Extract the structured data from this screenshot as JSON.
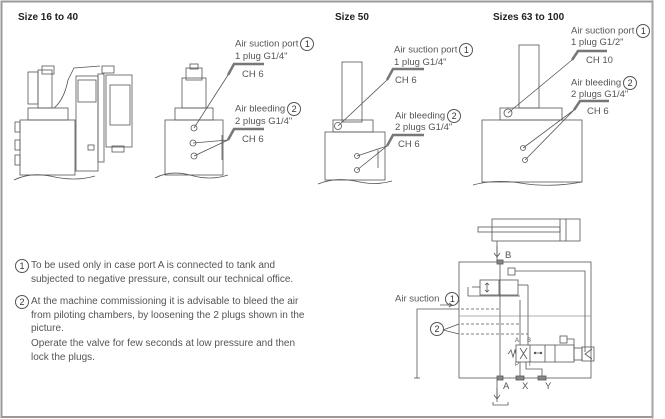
{
  "sections": [
    {
      "title": "Size 16 to 40",
      "suction": {
        "label": "Air suction port",
        "num": "1",
        "plug": "1 plug G1/4\"",
        "wrench": "CH 6"
      },
      "bleed": {
        "label": "Air bleeding",
        "num": "2",
        "plug": "2 plugs G1/4\"",
        "wrench": "CH 6"
      }
    },
    {
      "title": "Size 50",
      "suction": {
        "label": "Air suction port",
        "num": "1",
        "plug": "1 plug G1/4\"",
        "wrench": "CH 6"
      },
      "bleed": {
        "label": "Air bleeding",
        "num": "2",
        "plug": "2 plugs G1/4\"",
        "wrench": "CH 6"
      }
    },
    {
      "title": "Sizes 63 to 100",
      "suction": {
        "label": "Air suction port",
        "num": "1",
        "plug": "1 plug G1/2\"",
        "wrench": "CH 10"
      },
      "bleed": {
        "label": "Air bleeding",
        "num": "2",
        "plug": "2 plugs G1/4\"",
        "wrench": "CH 6"
      }
    }
  ],
  "notes": [
    {
      "num": "1",
      "text": "To be used only in case port A is connected to tank and subjected to negative pressure, consult our technical office."
    },
    {
      "num": "2",
      "text": "At the machine commissioning it is advisable to bleed the air from piloting chambers, by loosening the 2 plugs shown in the picture."
    },
    {
      "num": "",
      "text": "Operate the valve for few seconds at low pressure and then lock the plugs."
    }
  ],
  "schematic": {
    "air_suction_label": "Air suction",
    "air_suction_num": "1",
    "bleed_num": "2",
    "ports": {
      "B": "B",
      "A": "A",
      "X": "X",
      "Y": "Y"
    },
    "valve_ports": {
      "A": "A",
      "B": "B",
      "P": "P",
      "T": "T"
    }
  }
}
